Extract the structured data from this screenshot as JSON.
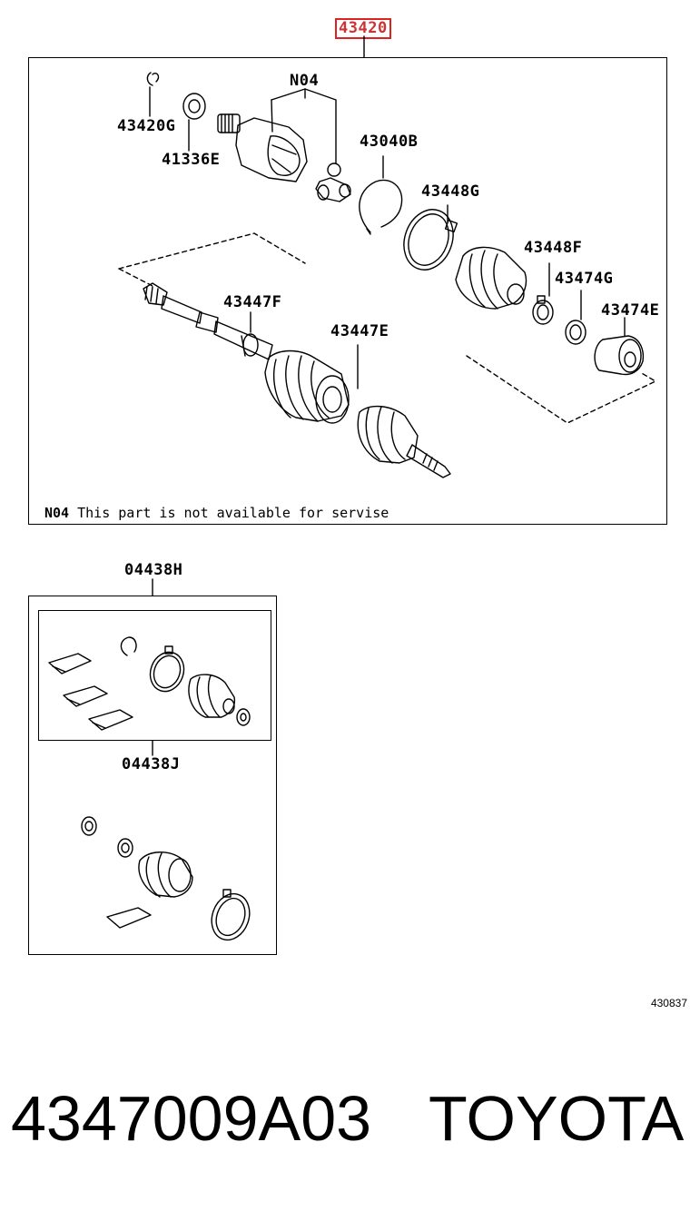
{
  "header_part": "43420",
  "upper_labels": {
    "n04": "N04",
    "p43420g": "43420G",
    "p41336e": "41336E",
    "p43040b": "43040B",
    "p43448g": "43448G",
    "p43448f": "43448F",
    "p43474g": "43474G",
    "p43447f": "43447F",
    "p43447e": "43447E",
    "p43474e": "43474E"
  },
  "note": {
    "code": "N04",
    "text": "This part is not available for servise"
  },
  "kit_labels": {
    "p04438h": "04438H",
    "p04438j": "04438J"
  },
  "diagram_code": "430837",
  "part_number": "4347009A03",
  "brand": "TOYOTA",
  "colors": {
    "highlight": "#d22222",
    "line": "#000000"
  }
}
